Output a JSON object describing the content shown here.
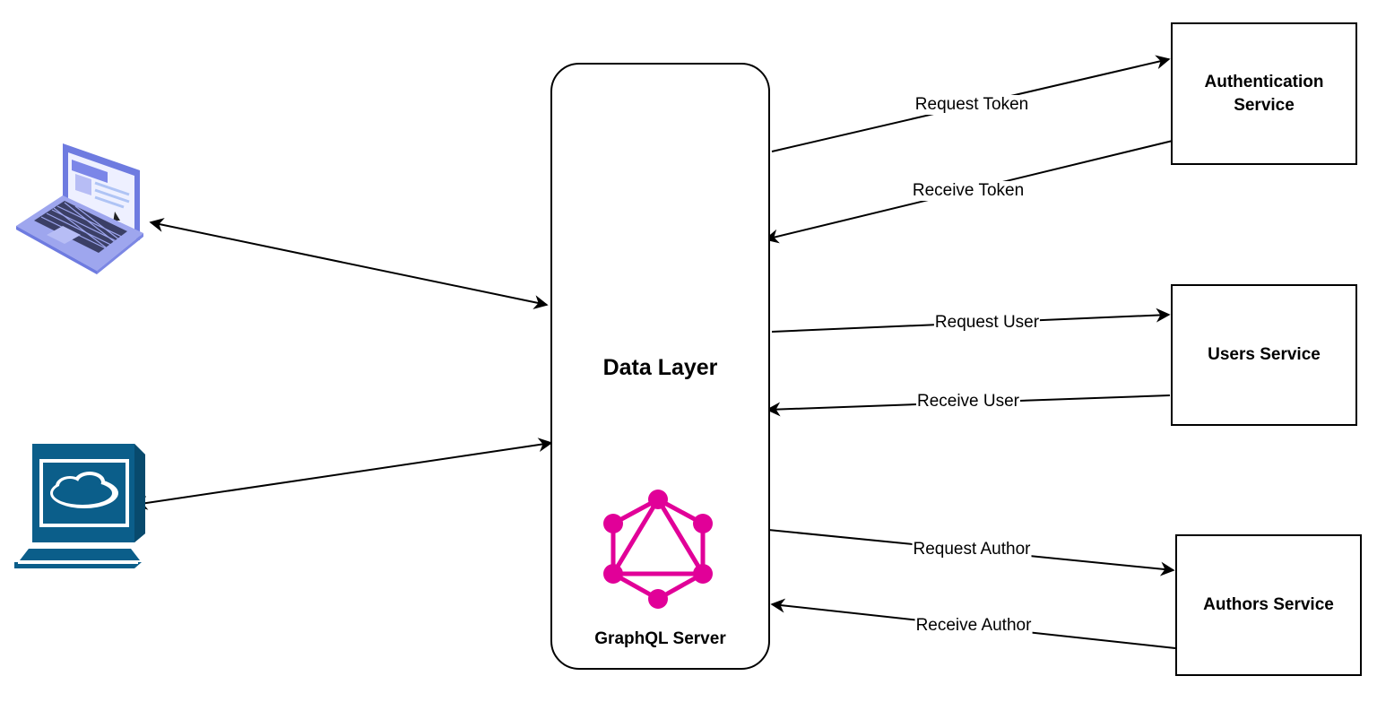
{
  "data_layer": {
    "title": "Data Layer",
    "graphql_caption": "GraphQL Server"
  },
  "services": {
    "authentication": "Authentication\nService",
    "users": "Users Service",
    "authors": "Authors Service"
  },
  "edges": {
    "request_token": "Request Token",
    "receive_token": "Receive Token",
    "request_user": "Request User",
    "receive_user": "Receive User",
    "request_author": "Request Author",
    "receive_author": "Receive Author"
  },
  "icons": {
    "laptop": "laptop-icon",
    "desktop": "desktop-computer-icon",
    "graphql": "graphql-logo-icon"
  },
  "colors": {
    "graphql_pink": "#E10098",
    "laptop_blue": "#7B86E8",
    "desktop_blue": "#0B5E8A"
  }
}
